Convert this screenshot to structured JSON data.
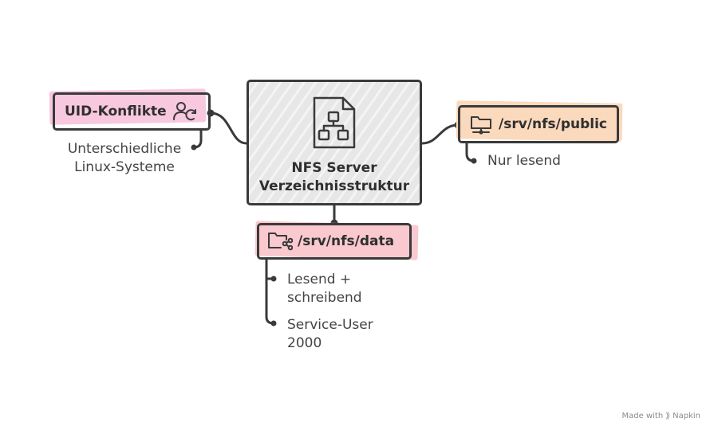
{
  "center": {
    "line1": "NFS Server",
    "line2": "Verzeichnisstruktur",
    "icon": "network-document-icon"
  },
  "nodes": {
    "uid": {
      "label": "UID-Konflikte",
      "icon": "user-sync-icon",
      "color": "#f8c8df",
      "notes": [
        {
          "line1": "Unterschiedliche",
          "line2": "Linux-Systeme"
        }
      ]
    },
    "public": {
      "label": "/srv/nfs/public",
      "icon": "network-folder-icon",
      "color": "#fbd9bd",
      "notes": [
        {
          "line1": "Nur lesend"
        }
      ]
    },
    "data": {
      "label": "/srv/nfs/data",
      "icon": "shared-folder-icon",
      "color": "#f9c9cf",
      "notes": [
        {
          "line1": "Lesend +",
          "line2": "schreibend"
        },
        {
          "line1": "Service-User",
          "line2": "2000"
        }
      ]
    }
  },
  "footer": {
    "made_with": "Made with",
    "brand": "Napkin"
  }
}
